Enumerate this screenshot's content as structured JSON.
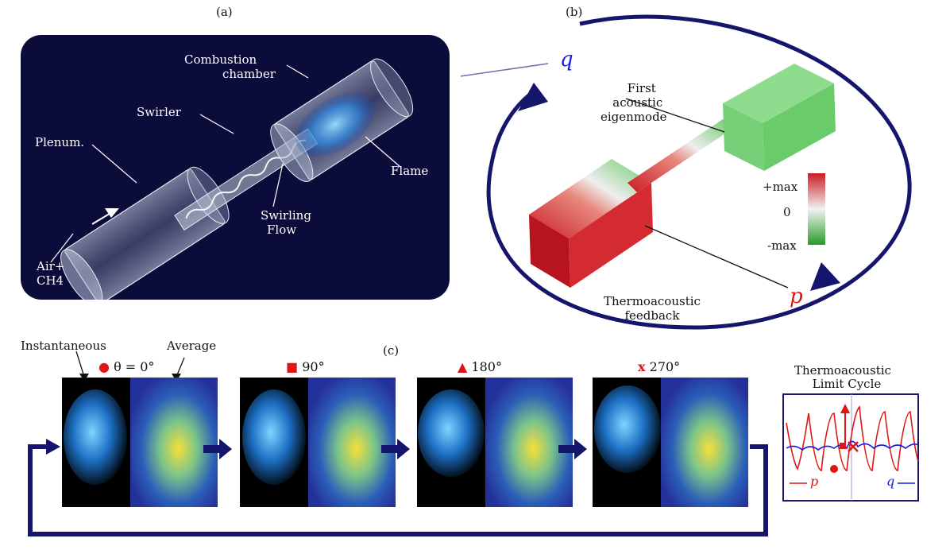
{
  "panel_a": {
    "tag": "(a)",
    "labels": {
      "combustion1": "Combustion",
      "combustion2": "chamber",
      "swirler": "Swirler",
      "plenum": "Plenum.",
      "flame": "Flame",
      "swirling1": "Swirling",
      "swirling2": "Flow",
      "air1": "Air+",
      "air2": "CH4"
    },
    "colors": {
      "background": "#0b0c3a"
    }
  },
  "panel_b": {
    "tag": "(b)",
    "q_symbol": "q",
    "p_symbol": "p",
    "eigen1": "First",
    "eigen2": "acoustic",
    "eigen3": "eigenmode",
    "feedback1": "Thermoacoustic",
    "feedback2": "feedback",
    "colorbar": {
      "max_label": "+max",
      "mid_label": "0",
      "min_label": "-max"
    },
    "colors": {
      "loop": "#14156b",
      "q": "#1a1ae0",
      "p": "#e01515",
      "red": "#c91c24",
      "green": "#66c966"
    }
  },
  "panel_c": {
    "tag": "(c)",
    "instantaneous": "Instantaneous",
    "average": "Average",
    "frames": [
      {
        "marker": "●",
        "label": "θ = 0°",
        "marker_name": "circle-marker-icon"
      },
      {
        "marker": "■",
        "label": "90°",
        "marker_name": "square-marker-icon"
      },
      {
        "marker": "▲",
        "label": "180°",
        "marker_name": "triangle-marker-icon"
      },
      {
        "marker": "x",
        "label": "270°",
        "marker_name": "cross-marker-icon"
      }
    ],
    "limit_cycle": {
      "title1": "Thermoacoustic",
      "title2": "Limit Cycle",
      "p_legend": "p",
      "q_legend": "q"
    },
    "colors": {
      "arrow": "#14156b",
      "marker": "#e01515"
    }
  }
}
